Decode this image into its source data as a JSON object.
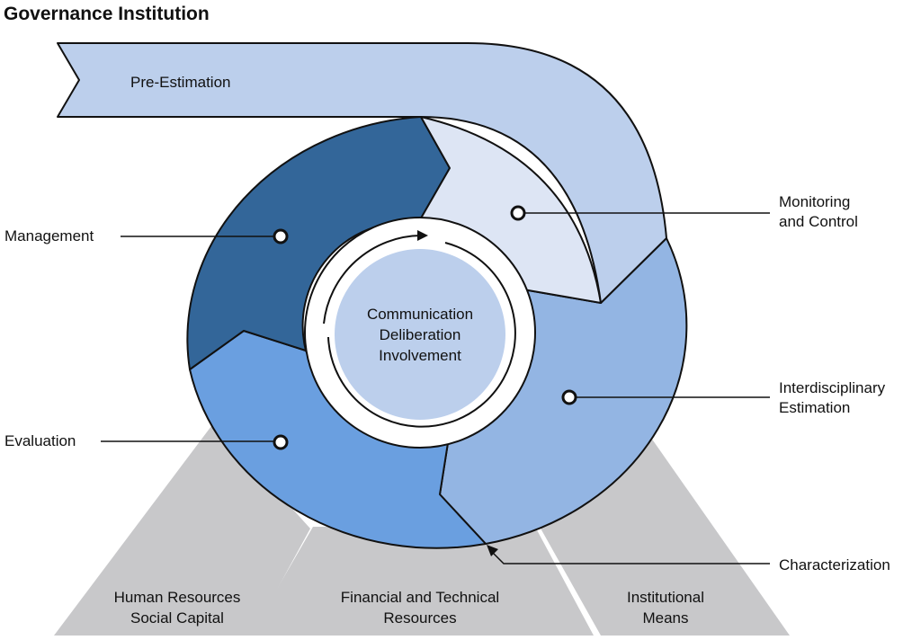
{
  "title": "Governance Institution",
  "arrow_label": "Pre-Estimation",
  "center_lines": [
    "Communication",
    "Deliberation",
    "Involvement"
  ],
  "cycle_labels": {
    "management": "Management",
    "monitoring_line1": "Monitoring",
    "monitoring_line2": "and Control",
    "interdisciplinary_line1": "Interdisciplinary",
    "interdisciplinary_line2": "Estimation",
    "evaluation": "Evaluation",
    "characterization": "Characterization"
  },
  "foundations": {
    "human_line1": "Human Resources",
    "human_line2": "Social Capital",
    "financial_line1": "Financial and Technical",
    "financial_line2": "Resources",
    "institutional_line1": "Institutional",
    "institutional_line2": "Means"
  },
  "colors": {
    "management": "#336699",
    "monitoring": "#dde5f4",
    "interdisciplinary": "#93b5e3",
    "evaluation": "#6a9fe0",
    "pre_estimation": "#bccfec",
    "center_disc": "#bccfec",
    "foundation": "#c8c8ca"
  }
}
